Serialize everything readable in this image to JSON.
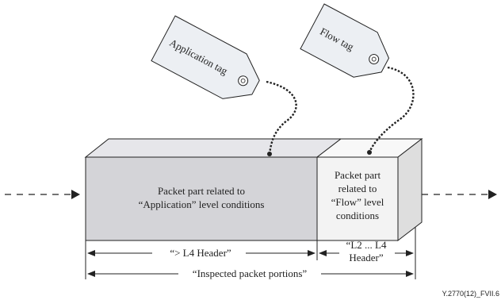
{
  "tags": {
    "application": "Application tag",
    "flow": "Flow tag"
  },
  "boxes": {
    "application": {
      "line1": "Packet part related to",
      "line2": "“Application” level conditions"
    },
    "flow": {
      "line1": "Packet part",
      "line2": "related to",
      "line3": "“Flow” level",
      "line4": "conditions"
    }
  },
  "dimensions": {
    "above_l4": "“> L4 Header”",
    "l2_l4_line1": "“L2 ... L4",
    "l2_l4_line2": "Header”",
    "inspected": "“Inspected packet portions”"
  },
  "figure_id": "Y.2770(12)_FVII.6",
  "colors": {
    "app_box_front": "#d4d4d8",
    "app_box_top": "#e6e6ea",
    "flow_box_front": "#f3f3f3",
    "flow_box_top": "#f8f8f8",
    "flow_box_side": "#dedede",
    "tag_fill": "#eceff3",
    "stroke": "#222222"
  }
}
